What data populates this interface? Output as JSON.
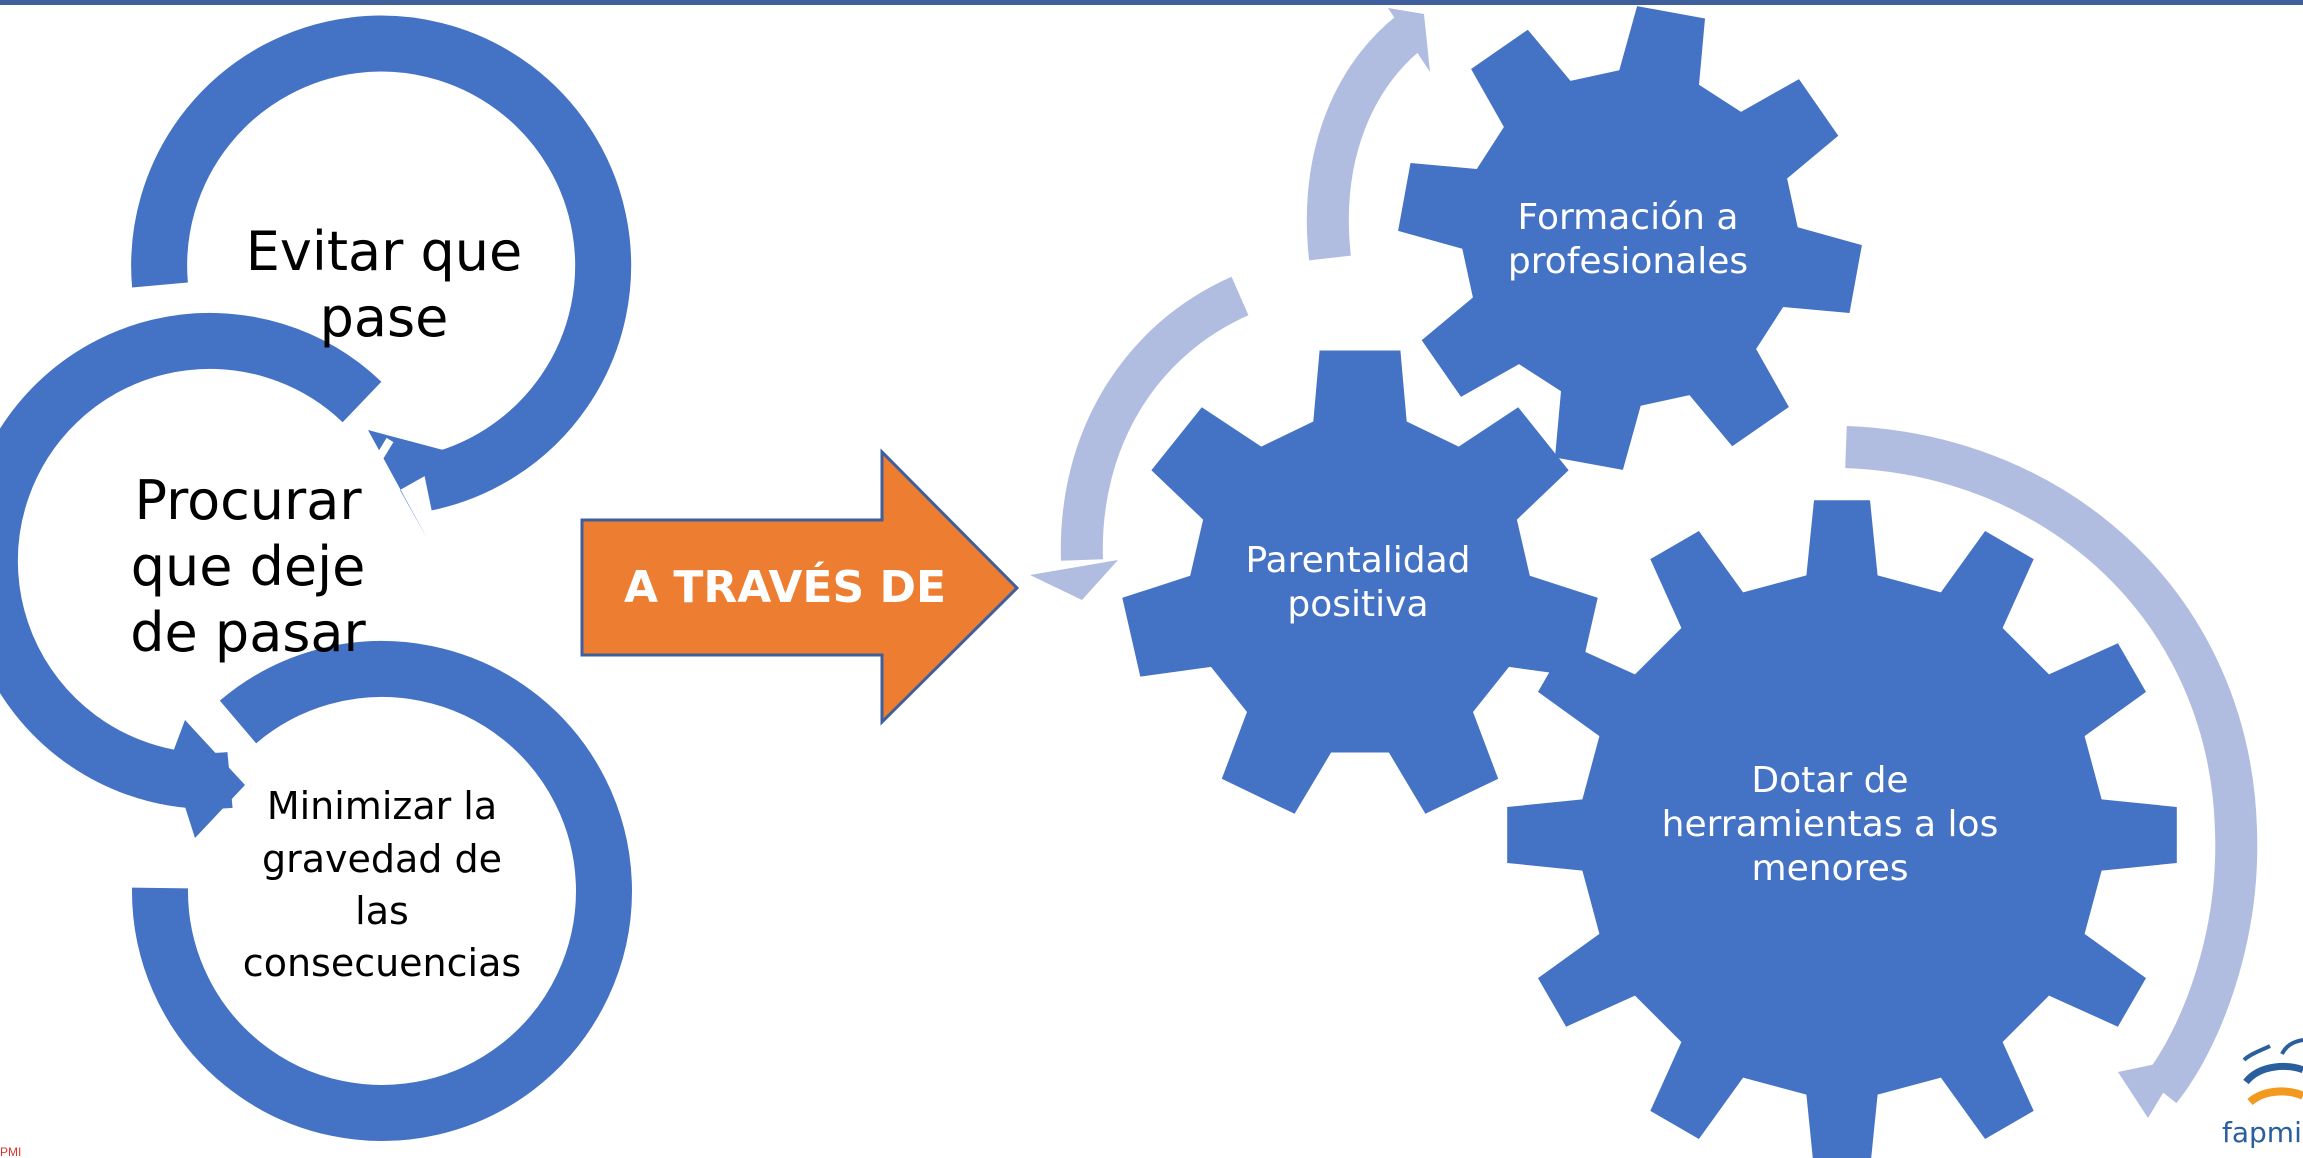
{
  "cycle": {
    "items": [
      {
        "label": "Evitar que\npase"
      },
      {
        "label": "Procurar\nque deje\nde pasar"
      },
      {
        "label": "Minimizar la\ngravedad de\nlas\nconsecuencias"
      }
    ]
  },
  "connector": {
    "label": "A TRAVÉS DE"
  },
  "gears": {
    "items": [
      {
        "label": "Formación a\nprofesionales"
      },
      {
        "label": "Parentalidad\npositiva"
      },
      {
        "label": "Dotar de\nherramientas a los\nmenores"
      }
    ]
  },
  "logo": {
    "text": "fapmi"
  },
  "corner_mark": {
    "text": "PMI"
  },
  "colors": {
    "primary_blue": "#4472c4",
    "light_blue": "#b0bde0",
    "orange": "#ed7d31",
    "arrow_border": "#3e5f9c",
    "logo_blue": "#2a5f9e",
    "logo_orange": "#f39a1e",
    "accent_red": "#e0322d"
  }
}
